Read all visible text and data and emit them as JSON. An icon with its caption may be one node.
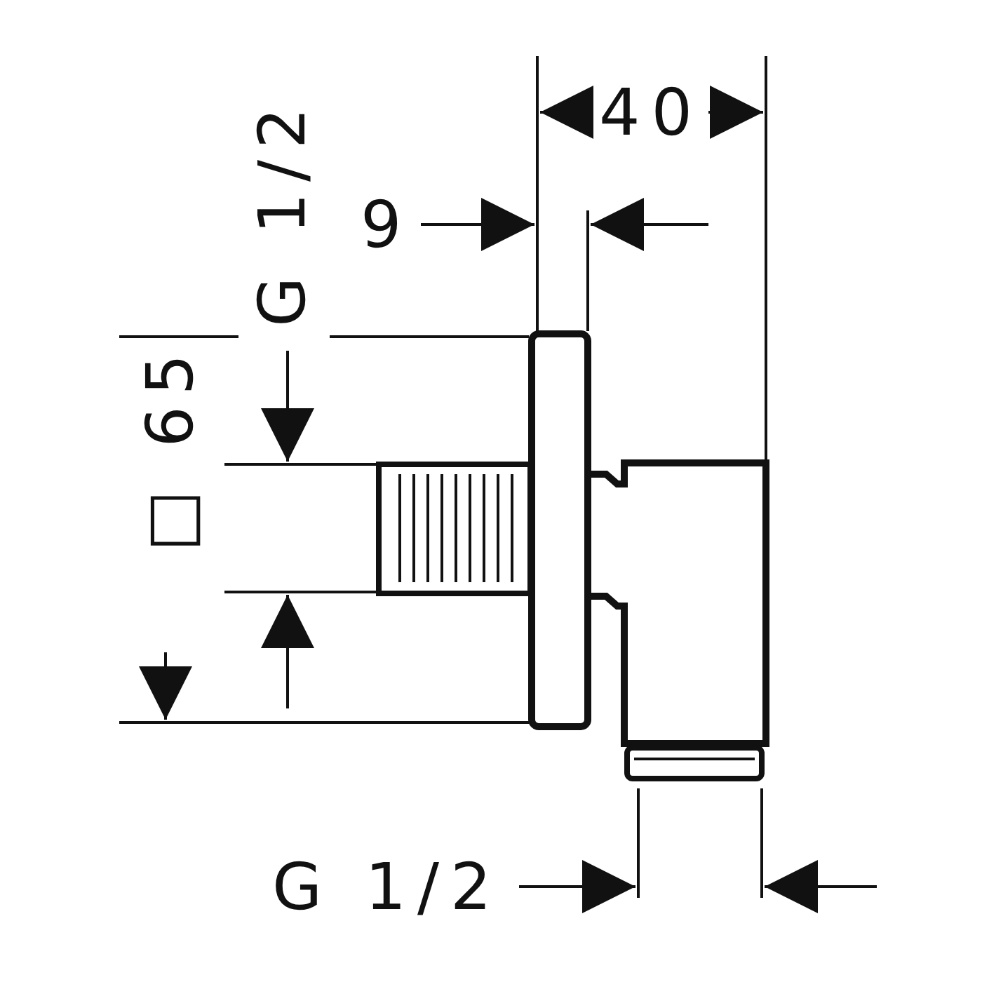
{
  "diagram": {
    "labels": [
      "40",
      "9",
      "G 1/2",
      "□ 65",
      "G 1/2"
    ]
  }
}
